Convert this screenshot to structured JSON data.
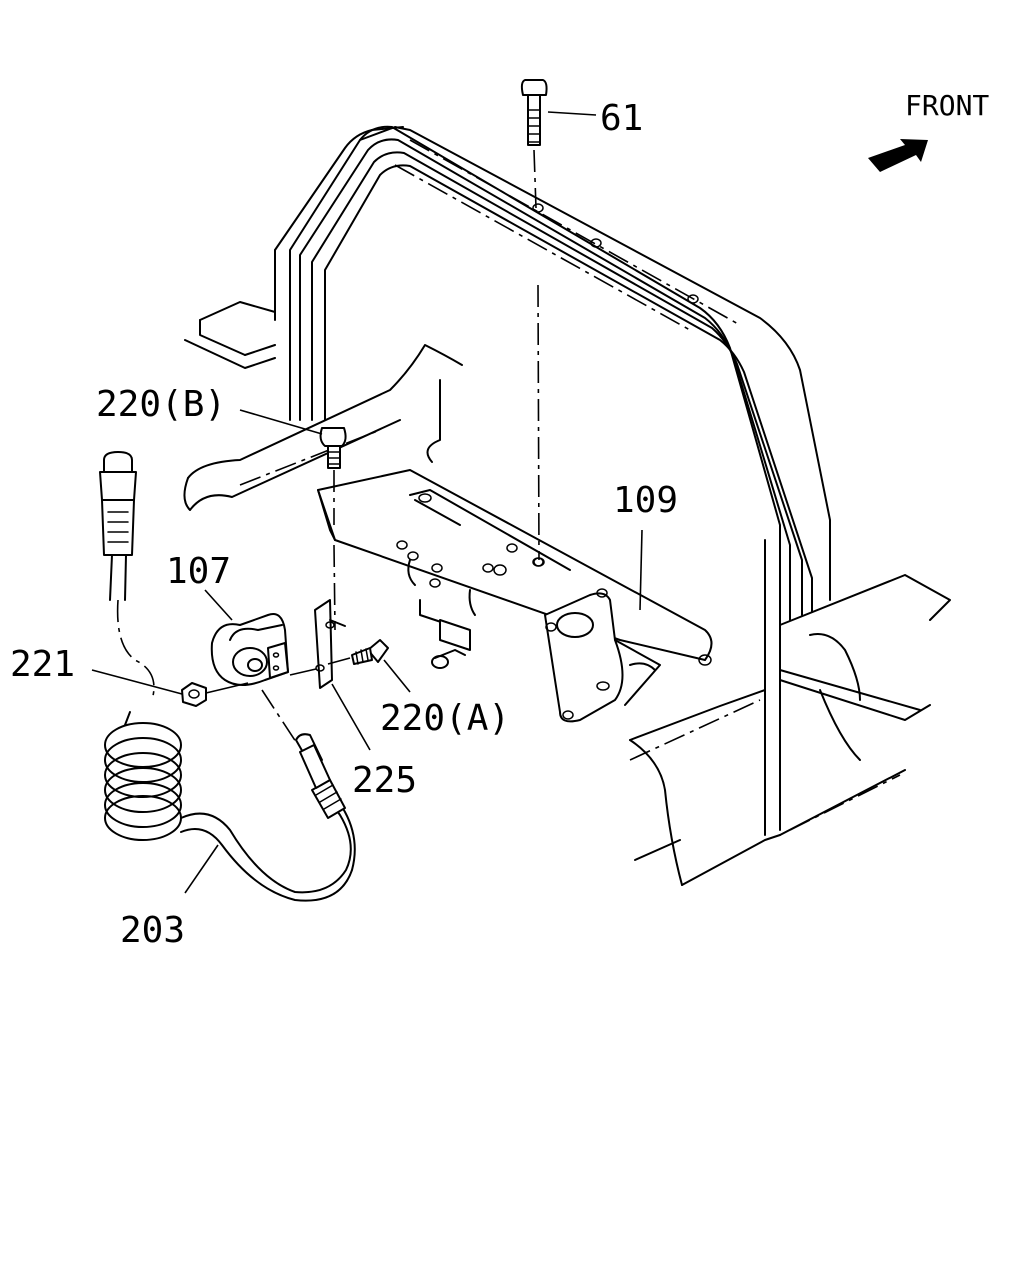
{
  "front_indicator": {
    "label": "FRONT",
    "icon": "arrow-icon"
  },
  "callouts": {
    "c61": "61",
    "c220b": "220(B)",
    "c109": "109",
    "c107": "107",
    "c221": "221",
    "c220a": "220(A)",
    "c225": "225",
    "c203": "203"
  }
}
